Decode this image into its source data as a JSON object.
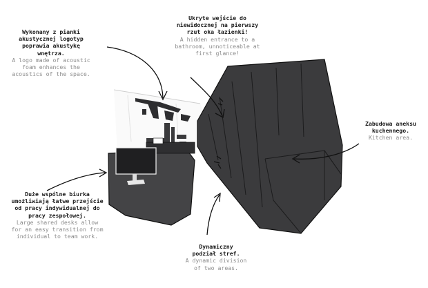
{
  "annotations": {
    "logo": {
      "pl": [
        "Wykonany z pianki",
        "akustycznej logotyp",
        "poprawia akustykę",
        "wnętrza."
      ],
      "en": [
        "A logo made of acoustic",
        "foam enhances the",
        "acoustics of the space."
      ]
    },
    "bathroom": {
      "pl": [
        "Ukryte wejście do",
        "niewidocznej na pierwszy",
        "rzut oka łazienki!"
      ],
      "en": [
        "A hidden entrance to a",
        "bathroom, unnoticeable at",
        "first glance!"
      ]
    },
    "kitchen": {
      "pl": [
        "Zabudowa aneksu",
        "kuchennego."
      ],
      "en": [
        "Kitchen area."
      ]
    },
    "desks": {
      "pl": [
        "Duże wspólne biurka",
        "umożliwiają łatwe przejście",
        "od pracy indywidualnej do",
        "pracy zespołowej."
      ],
      "en": [
        "Large shared desks allow",
        "for an easy transition from",
        "individual to team work."
      ]
    },
    "zones": {
      "pl": [
        "Dynamiczny",
        "podział stref."
      ],
      "en": [
        "A dynamic division",
        "of two areas."
      ]
    }
  },
  "colors": {
    "cabinet": "#3b3b3d",
    "desk": "#444446",
    "stroke": "#111111",
    "note_pl": "#1a1a1a",
    "note_en": "#8c8c8c"
  }
}
